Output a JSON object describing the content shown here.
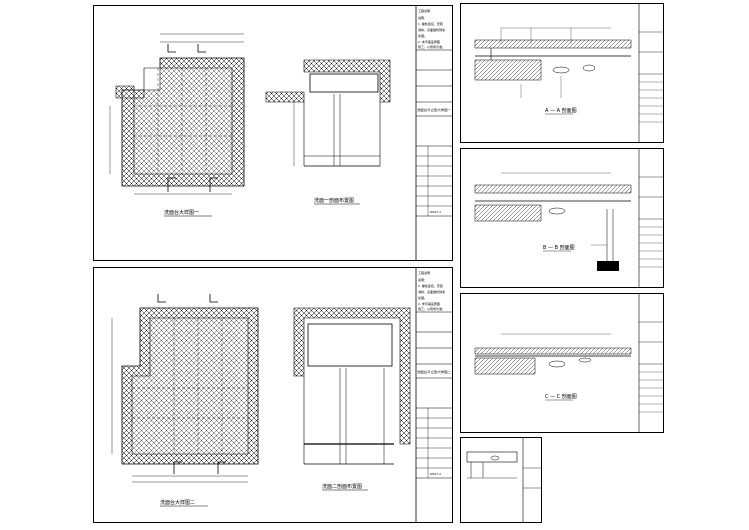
{
  "sheets": [
    {
      "id": "sheet-1",
      "captions": {
        "plan": "洗面台大样图一",
        "section": "洗面一剖面布置图"
      },
      "title_block": {
        "heading": "工程说明",
        "notes": [
          "说明：",
          "1. 螺栓连接，安装",
          "满焊，表面做防锈漆",
          "处理。",
          "2. 未尽事宜按图",
          "施工，以现场为准。"
        ],
        "drawing_name": "洗面台平立剖大样图一",
        "sheet_no": "DS07-1"
      }
    },
    {
      "id": "sheet-2",
      "captions": {
        "plan": "洗面台大样图二",
        "section": "洗面二剖面布置图"
      },
      "title_block": {
        "heading": "工程说明",
        "notes": [
          "说明：",
          "1. 螺栓连接，安装",
          "满焊，表面做防锈漆",
          "处理。",
          "2. 未尽事宜按图",
          "施工，以现场为准。"
        ],
        "drawing_name": "洗面台平立剖大样图二",
        "sheet_no": "DS07-2"
      }
    },
    {
      "id": "sheet-3",
      "caption": "A — A 剖面图"
    },
    {
      "id": "sheet-4",
      "caption": "B — B 剖面图"
    },
    {
      "id": "sheet-5",
      "caption": "C — C 剖面图"
    }
  ]
}
